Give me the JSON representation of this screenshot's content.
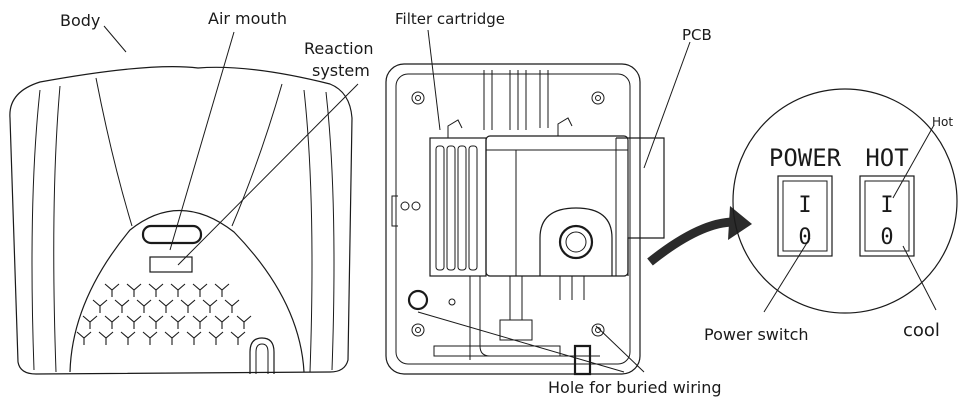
{
  "labels": {
    "body": "Body",
    "air_mouth": "Air mouth",
    "reaction_line1": "Reaction",
    "reaction_line2": "system",
    "filter_cartridge": "Filter cartridge",
    "pcb": "PCB",
    "hot_small": "Hot",
    "power_switch": "Power switch",
    "cool": "cool",
    "hole": "Hole for buried wiring"
  },
  "switches": {
    "power_title": "POWER",
    "hot_title": "HOT",
    "on_mark": "I",
    "off_mark": "0"
  },
  "colors": {
    "line": "#1a1a1a",
    "arrow": "#2b2b2b",
    "background": "#ffffff"
  }
}
